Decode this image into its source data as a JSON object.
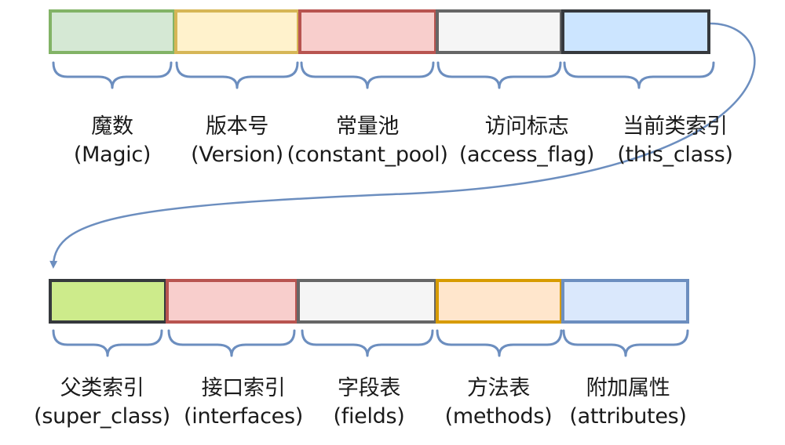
{
  "row1": [
    {
      "zh": "魔数",
      "en": "(Magic)",
      "fill": "#d5e8d4",
      "stroke": "#82b366"
    },
    {
      "zh": "版本号",
      "en": "(Version)",
      "fill": "#fff2cc",
      "stroke": "#d6b656"
    },
    {
      "zh": "常量池",
      "en": "(constant_pool)",
      "fill": "#f8cecc",
      "stroke": "#b85450"
    },
    {
      "zh": "访问标志",
      "en": "(access_flag)",
      "fill": "#f5f5f5",
      "stroke": "#666666"
    },
    {
      "zh": "当前类索引",
      "en": "(this_class)",
      "fill": "#cce5ff",
      "stroke": "#36393d"
    }
  ],
  "row2": [
    {
      "zh": "父类索引",
      "en": "(super_class)",
      "fill": "#cdeb8b",
      "stroke": "#36393d"
    },
    {
      "zh": "接口索引",
      "en": "(interfaces)",
      "fill": "#f8cecc",
      "stroke": "#b85450"
    },
    {
      "zh": "字段表",
      "en": "(fields)",
      "fill": "#f5f5f5",
      "stroke": "#666666"
    },
    {
      "zh": "方法表",
      "en": "(methods)",
      "fill": "#ffe6cc",
      "stroke": "#d79b00"
    },
    {
      "zh": "附加属性",
      "en": "(attributes)",
      "fill": "#dae8fc",
      "stroke": "#6c8ebf"
    }
  ],
  "colors": {
    "brace": "#6c8ebf",
    "arrow": "#6c8ebf"
  }
}
